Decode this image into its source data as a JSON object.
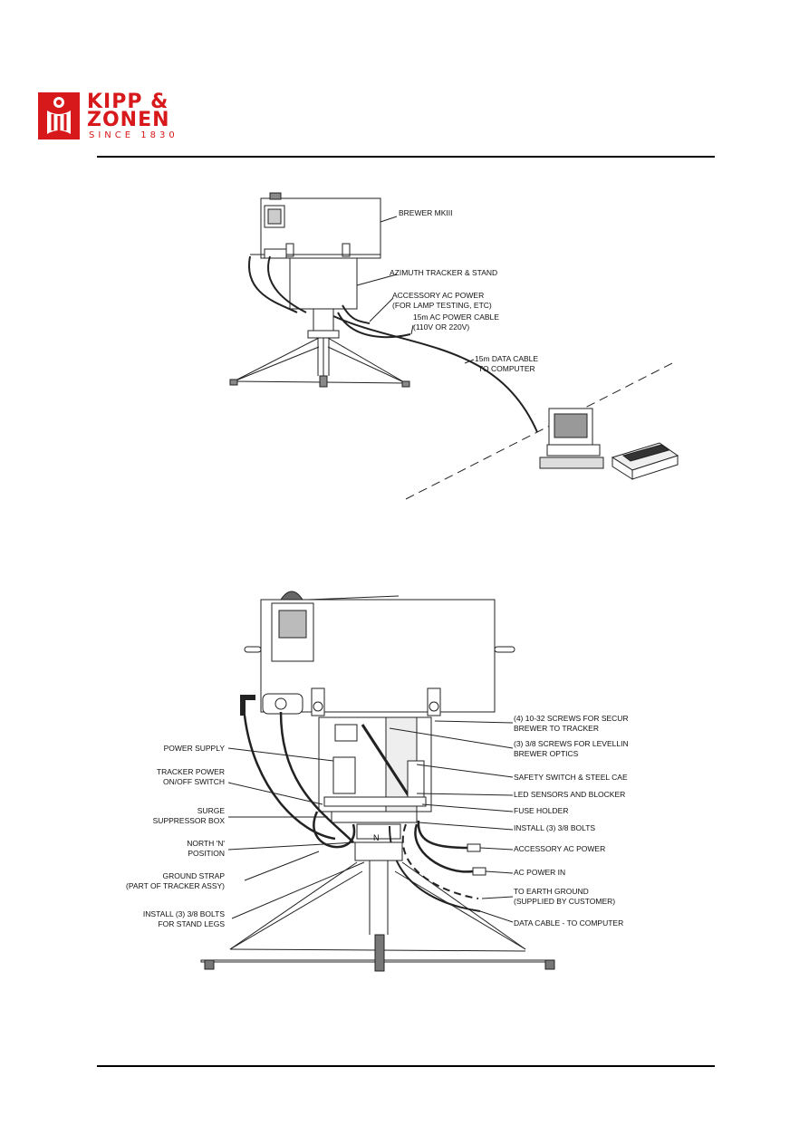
{
  "logo": {
    "line1": "KIPP &",
    "line2": "ZONEN",
    "tagline": "SINCE 1830",
    "brand_color": "#d7191c"
  },
  "figure1": {
    "labels": [
      "BREWER MKIII",
      "AZIMUTH TRACKER & STAND",
      "ACCESSORY AC POWER",
      "(FOR LAMP TESTING, ETC)",
      "15m AC POWER CABLE",
      "(110V OR 220V)",
      "15m DATA CABLE",
      "TO COMPUTER"
    ]
  },
  "figure2": {
    "north_marker": "N",
    "left_labels": [
      "POWER SUPPLY",
      "TRACKER POWER",
      "ON/OFF SWITCH",
      "SURGE",
      "SUPPRESSOR BOX",
      "NORTH 'N'",
      "POSITION",
      "GROUND STRAP",
      "(PART OF TRACKER ASSY)",
      "INSTALL (3) 3/8 BOLTS",
      "FOR STAND LEGS"
    ],
    "right_labels": [
      "(4) 10-32 SCREWS FOR SECUR",
      "BREWER TO TRACKER",
      "(3) 3/8 SCREWS FOR LEVELLIN",
      "BREWER OPTICS",
      "SAFETY SWITCH & STEEL CAE",
      "LED SENSORS AND BLOCKER",
      "FUSE HOLDER",
      "INSTALL (3) 3/8 BOLTS",
      "ACCESSORY AC POWER",
      "AC POWER IN",
      "TO EARTH GROUND",
      "(SUPPLIED BY CUSTOMER)",
      "DATA CABLE - TO COMPUTER"
    ]
  }
}
